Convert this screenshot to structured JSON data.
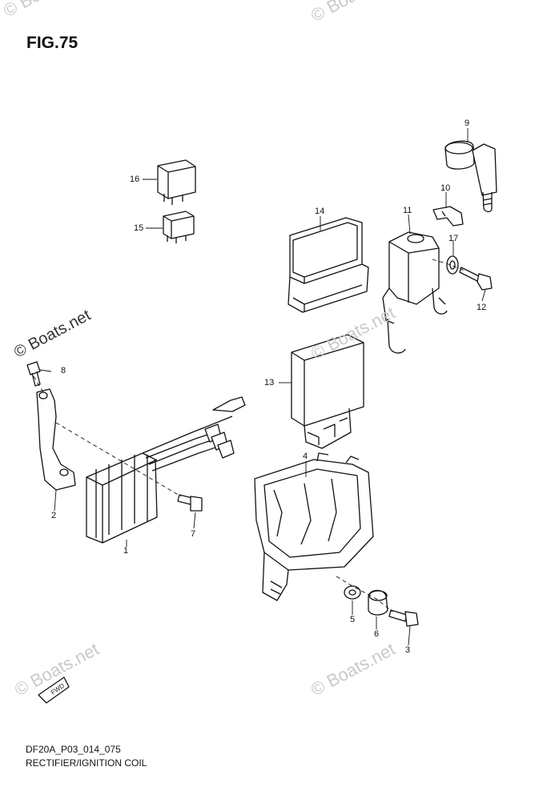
{
  "figure": {
    "title": "FIG.75",
    "diagram_code": "DF20A_P03_014_075",
    "diagram_name": "RECTIFIER/IGNITION COIL",
    "watermark": "© Boats.net",
    "fwd_label": "FWD"
  },
  "callouts": [
    "1",
    "2",
    "3",
    "4",
    "5",
    "6",
    "7",
    "8",
    "9",
    "10",
    "11",
    "12",
    "13",
    "14",
    "15",
    "16",
    "17"
  ]
}
